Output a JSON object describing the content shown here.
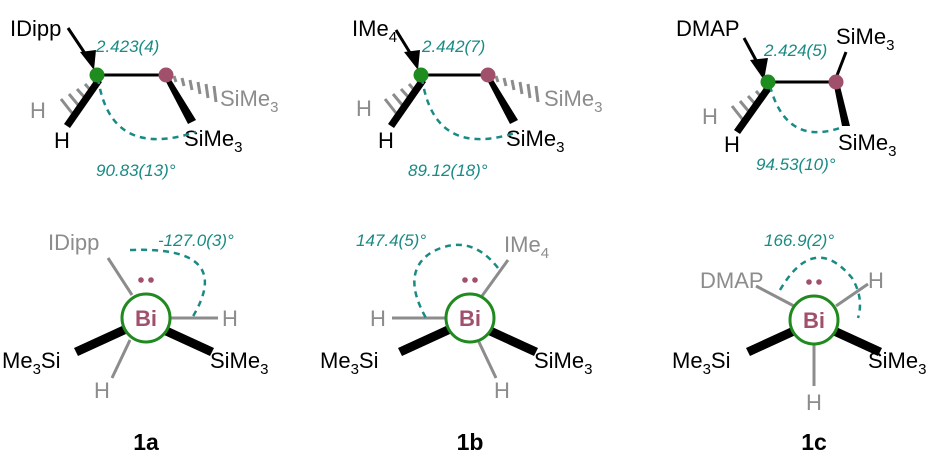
{
  "colors": {
    "bond": "#000000",
    "gray": "#8c8c8c",
    "teal": "#1a8a84",
    "carbon": "#1e8c1e",
    "bismuth": "#a0506a",
    "bi_ring": "#208a20"
  },
  "compounds": [
    {
      "id": "1a",
      "label": "1a",
      "ligand": "IDipp",
      "ligand_sub": "",
      "bond_length": "2.423(4)",
      "angle": "90.83(13)°",
      "torsion": "-127.0(3)°",
      "h_label": "H",
      "silyl_left": {
        "main": "Me",
        "sub": "3",
        "tail": "Si"
      },
      "silyl_right": {
        "main": "SiMe",
        "sub": "3"
      },
      "bi": "Bi"
    },
    {
      "id": "1b",
      "label": "1b",
      "ligand": "IMe",
      "ligand_sub": "4",
      "bond_length": "2.442(7)",
      "angle": "89.12(18)°",
      "torsion": "147.4(5)°",
      "h_label": "H",
      "silyl_left": {
        "main": "Me",
        "sub": "3",
        "tail": "Si"
      },
      "silyl_right": {
        "main": "SiMe",
        "sub": "3"
      },
      "bi": "Bi"
    },
    {
      "id": "1c",
      "label": "1c",
      "ligand": "DMAP",
      "ligand_sub": "",
      "bond_length": "2.424(5)",
      "angle": "94.53(10)°",
      "torsion": "166.9(2)°",
      "h_label": "H",
      "silyl_left": {
        "main": "Me",
        "sub": "3",
        "tail": "Si"
      },
      "silyl_right": {
        "main": "SiMe",
        "sub": "3"
      },
      "bi": "Bi"
    }
  ]
}
